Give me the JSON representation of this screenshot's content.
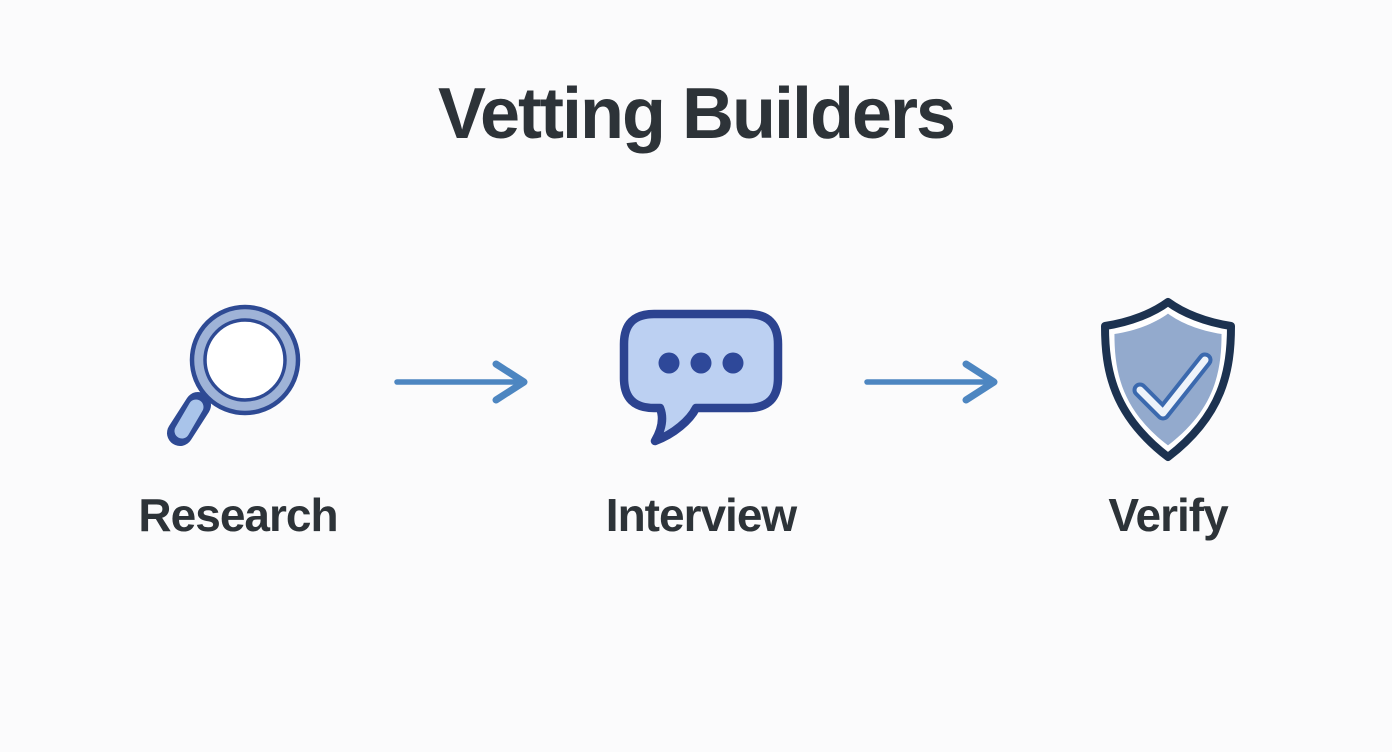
{
  "title": "Vetting Builders",
  "steps": [
    {
      "label": "Research",
      "icon": "magnifying-glass"
    },
    {
      "label": "Interview",
      "icon": "chat-bubble"
    },
    {
      "label": "Verify",
      "icon": "shield-check"
    }
  ],
  "connectors": [
    {
      "icon": "arrow-right"
    },
    {
      "icon": "arrow-right"
    }
  ],
  "colors": {
    "background": "#fbfbfc",
    "text": "#2d3338",
    "icon-navy": "#2e4a94",
    "bubble-navy": "#2c4390",
    "shield-navy": "#1c3250",
    "bubble-fill": "#bcd0f2",
    "lens-band": "#9fb3d7",
    "handle-fill": "#a9c4ea",
    "shield-fill": "#93aacd",
    "check-blue": "#3b69ae",
    "check-light": "#eef3fa",
    "arrow-blue": "#4d86c1",
    "dot-navy": "#2e4899"
  }
}
